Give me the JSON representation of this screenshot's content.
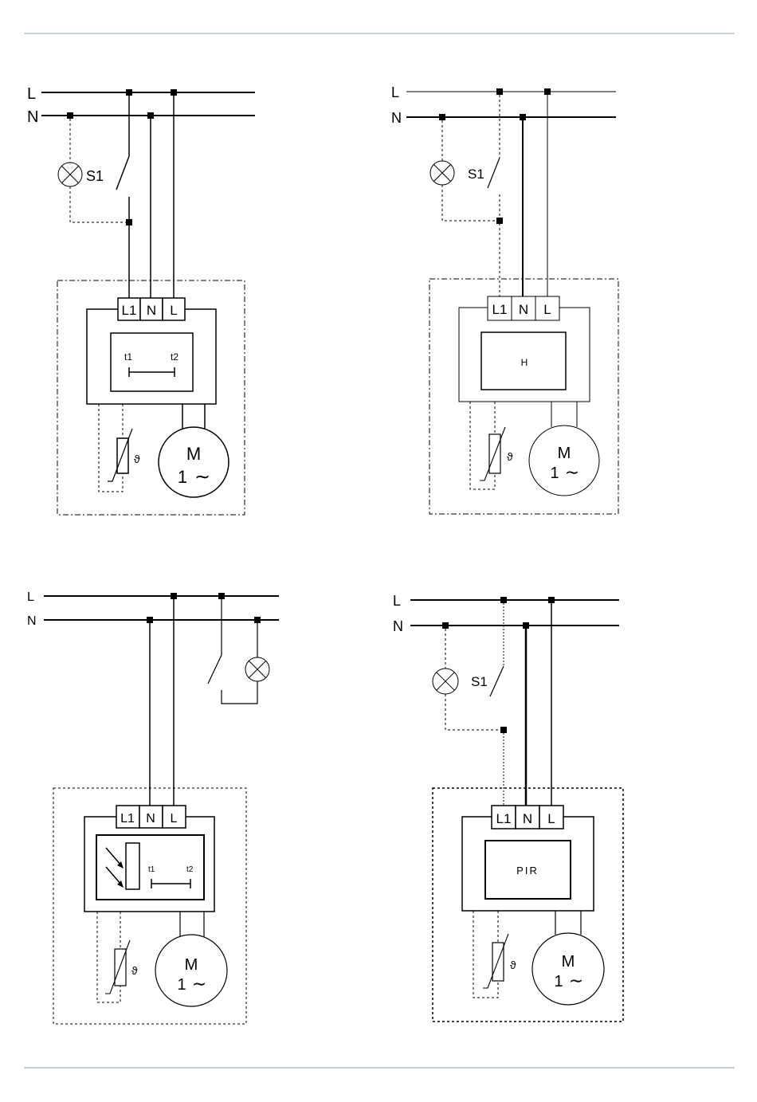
{
  "colors": {
    "rule": "#8aa3b5",
    "ink": "#000000"
  },
  "diagrams": [
    {
      "bus": {
        "l": "L",
        "n": "N"
      },
      "lamp_label": "S1",
      "terminals": [
        "L1",
        "N",
        "L"
      ],
      "timer": {
        "t1": "t1",
        "t2": "t2"
      },
      "motor": {
        "m": "M",
        "phase": "1",
        "ac": "∼"
      }
    },
    {
      "bus": {
        "l": "L",
        "n": "N"
      },
      "lamp_label": "S1",
      "terminals": [
        "L1",
        "N",
        "L"
      ],
      "control_label": "H",
      "motor": {
        "m": "M",
        "phase": "1",
        "ac": "∼"
      }
    },
    {
      "bus": {
        "l": "L",
        "n": "N"
      },
      "terminals": [
        "L1",
        "N",
        "L"
      ],
      "timer": {
        "t1": "t1",
        "t2": "t2"
      },
      "motor": {
        "m": "M",
        "phase": "1",
        "ac": "∼"
      }
    },
    {
      "bus": {
        "l": "L",
        "n": "N"
      },
      "lamp_label": "S1",
      "terminals": [
        "L1",
        "N",
        "L"
      ],
      "control_label": "PIR",
      "motor": {
        "m": "M",
        "phase": "1",
        "ac": "∼"
      }
    }
  ]
}
